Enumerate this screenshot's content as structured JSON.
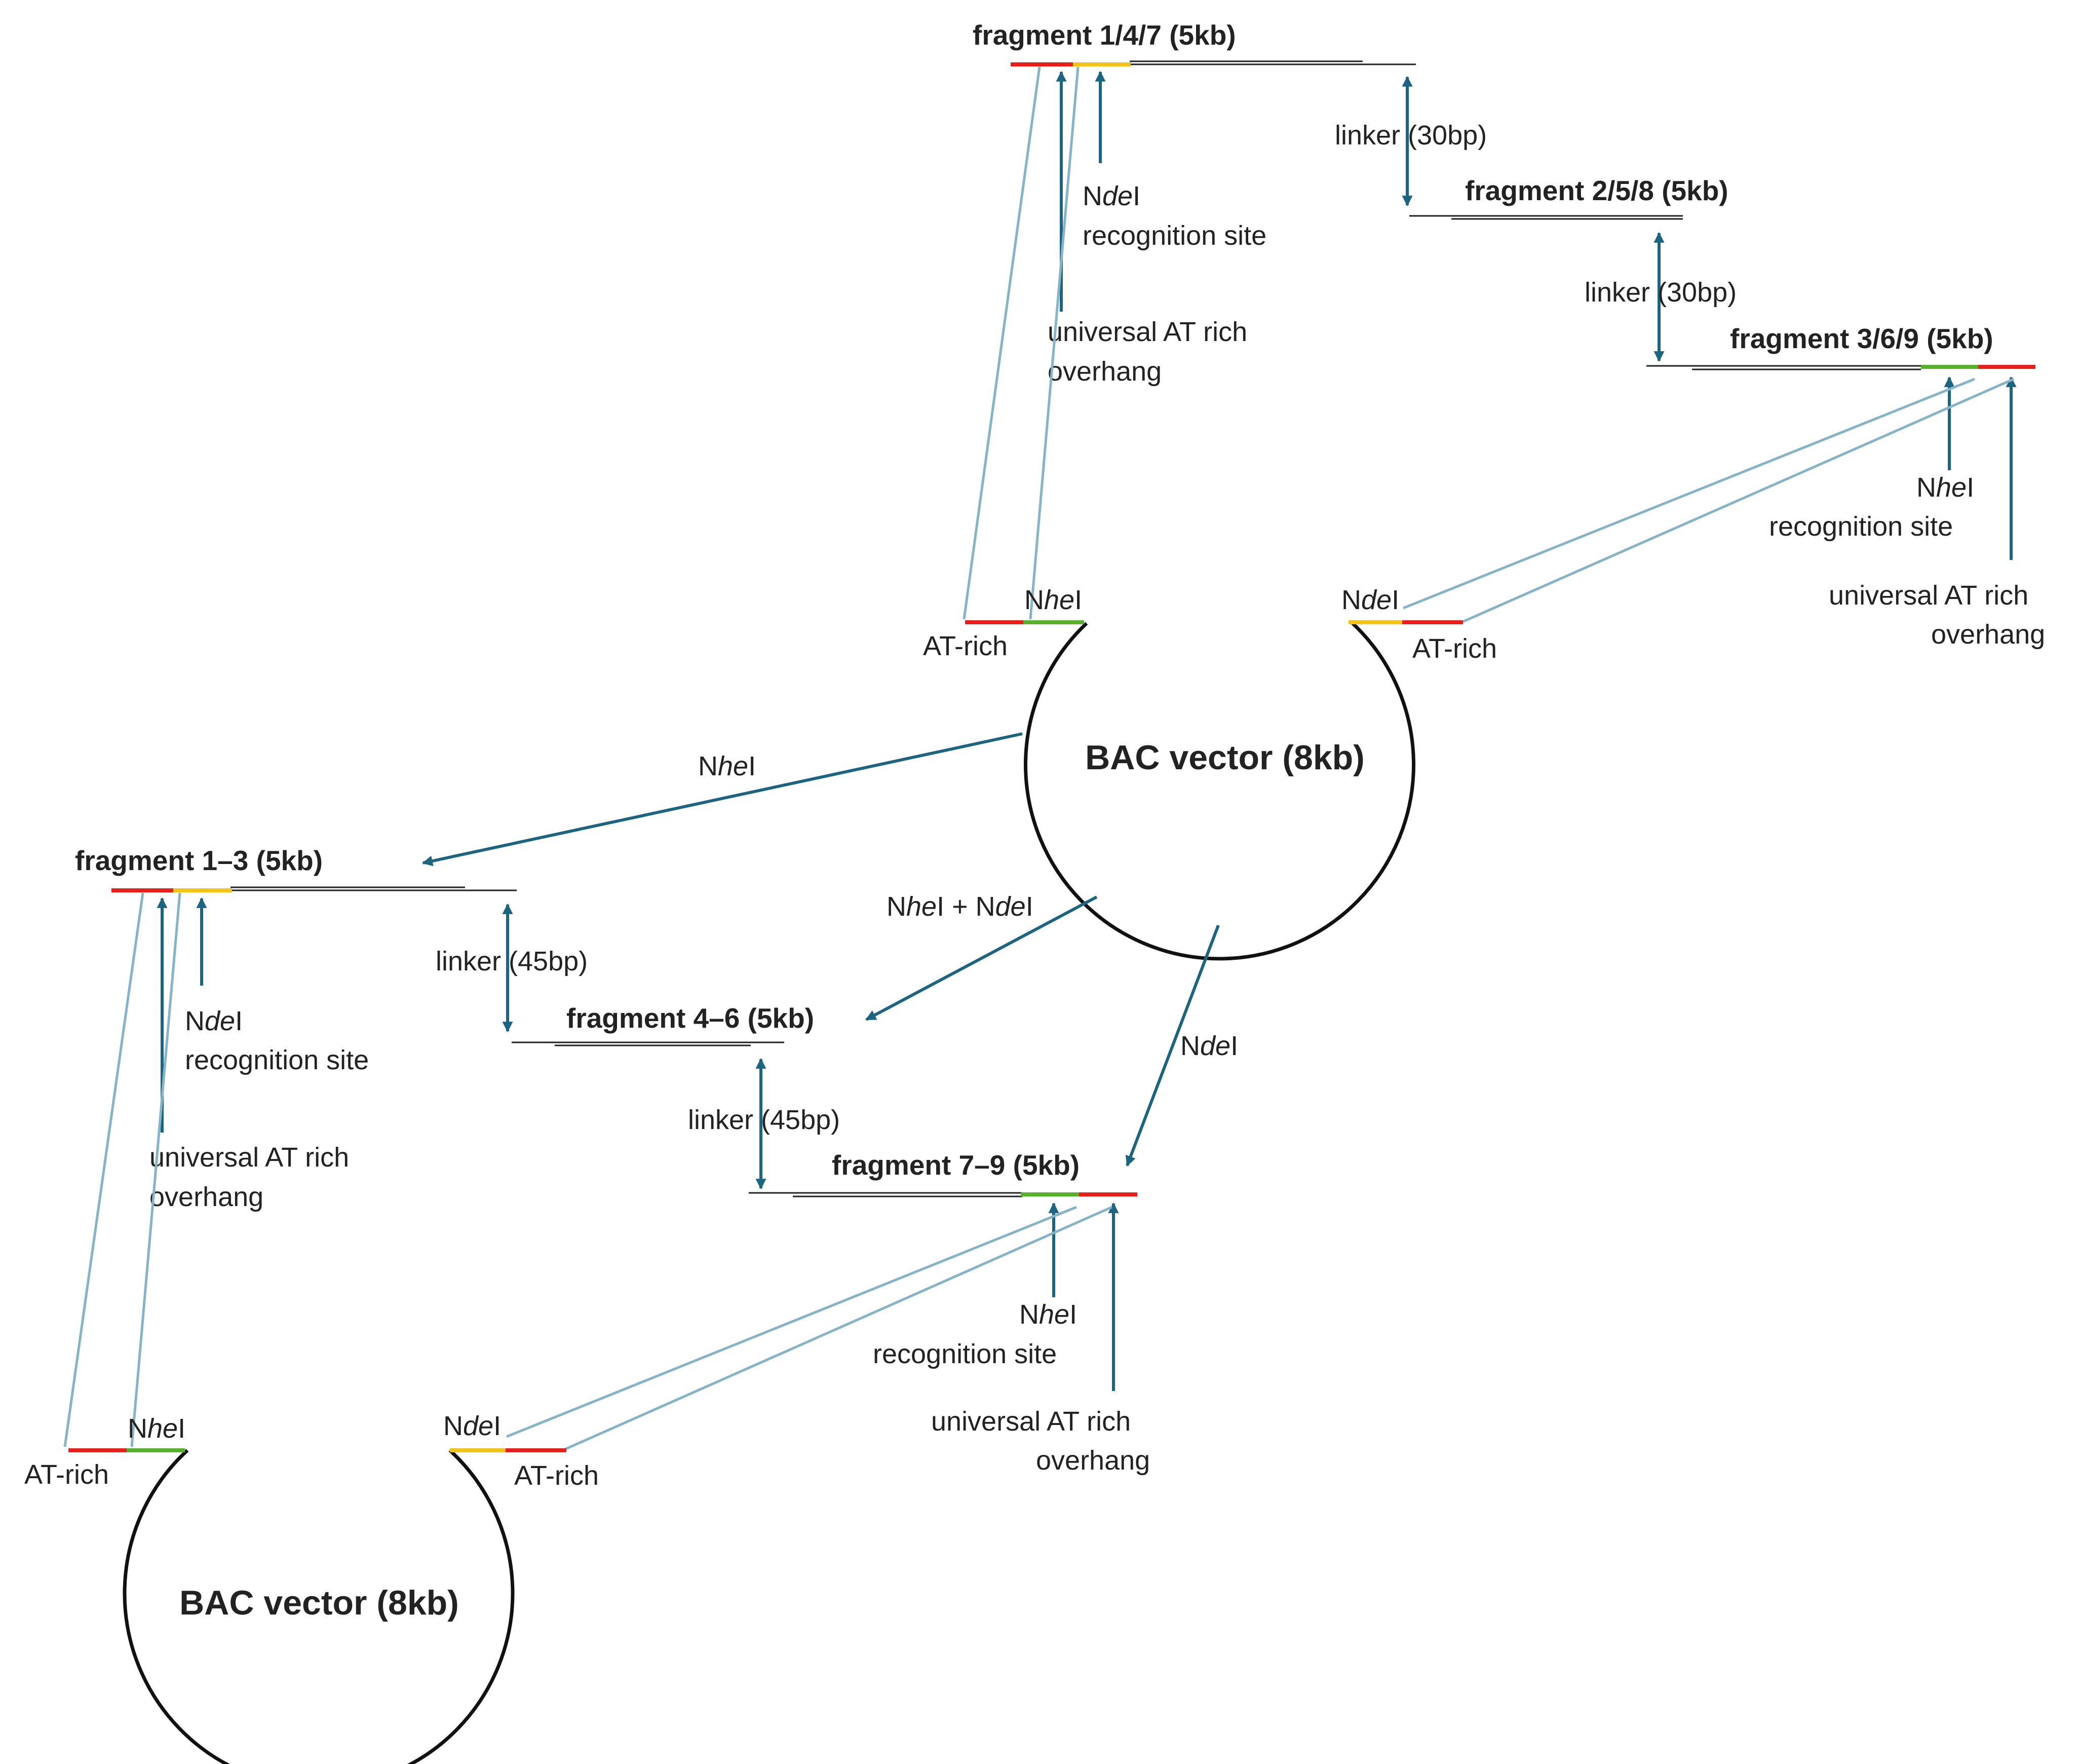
{
  "fragments": {
    "f147": "fragment 1/4/7  (5kb)",
    "f258": "fragment 2/5/8 (5kb)",
    "f369": "fragment 3/6/9 (5kb)",
    "f13": "fragment 1–3 (5kb)",
    "f46": "fragment 4–6 (5kb)",
    "f79": "fragment 7–9 (5kb)"
  },
  "linkers": {
    "top_1": "linker (30bp)",
    "top_2": "linker (30bp)",
    "bottom_1": "linker (45bp)",
    "bottom_2": "linker (45bp)"
  },
  "labels": {
    "n": "N",
    "he": "he",
    "de": "de",
    "i": "I",
    "plus": " + ",
    "recognition_site": "recognition site",
    "at_rich_overhang_line1": "universal AT rich",
    "at_rich_overhang_line2": "overhang",
    "at_rich": "AT-rich"
  },
  "vectors": {
    "top": "BAC vector (8kb)",
    "bottom": "BAC vector (8kb)"
  },
  "colors": {
    "at_rich_segment": "#e8201c",
    "ndei_segment": "#f2c31a",
    "nhei_segment": "#58b02c",
    "arrow": "#1d6480",
    "guide_line": "#86b4c6",
    "dna": "#222222"
  }
}
